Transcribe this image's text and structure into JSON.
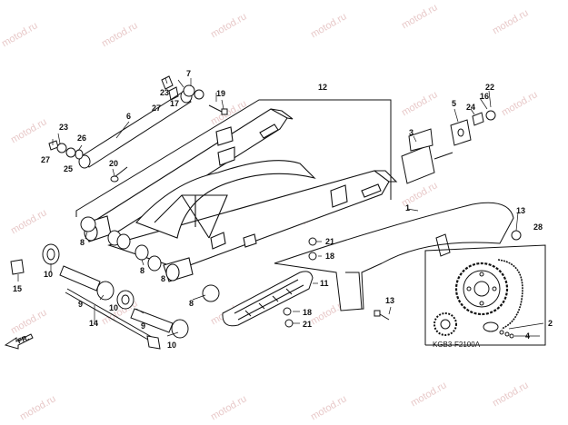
{
  "watermark": "motod.ru",
  "diagram_code": "KGB3-F2100A",
  "front_arrow_label": "FR.",
  "callouts": [
    {
      "id": "c1",
      "text": "1"
    },
    {
      "id": "c2",
      "text": "2"
    },
    {
      "id": "c3",
      "text": "3"
    },
    {
      "id": "c4",
      "text": "4"
    },
    {
      "id": "c5",
      "text": "5"
    },
    {
      "id": "c6",
      "text": "6"
    },
    {
      "id": "c7",
      "text": "7"
    },
    {
      "id": "c8a",
      "text": "8"
    },
    {
      "id": "c8b",
      "text": "8"
    },
    {
      "id": "c8c",
      "text": "8"
    },
    {
      "id": "c8d",
      "text": "8"
    },
    {
      "id": "c9a",
      "text": "9"
    },
    {
      "id": "c9b",
      "text": "9"
    },
    {
      "id": "c10a",
      "text": "10"
    },
    {
      "id": "c10b",
      "text": "10"
    },
    {
      "id": "c10c",
      "text": "10"
    },
    {
      "id": "c11",
      "text": "11"
    },
    {
      "id": "c12",
      "text": "12"
    },
    {
      "id": "c13a",
      "text": "13"
    },
    {
      "id": "c13b",
      "text": "13"
    },
    {
      "id": "c14",
      "text": "14"
    },
    {
      "id": "c15",
      "text": "15"
    },
    {
      "id": "c16",
      "text": "16"
    },
    {
      "id": "c17",
      "text": "17"
    },
    {
      "id": "c18a",
      "text": "18"
    },
    {
      "id": "c18b",
      "text": "18"
    },
    {
      "id": "c19",
      "text": "19"
    },
    {
      "id": "c20",
      "text": "20"
    },
    {
      "id": "c21a",
      "text": "21"
    },
    {
      "id": "c21b",
      "text": "21"
    },
    {
      "id": "c22",
      "text": "22"
    },
    {
      "id": "c23a",
      "text": "23"
    },
    {
      "id": "c23b",
      "text": "23"
    },
    {
      "id": "c24",
      "text": "24"
    },
    {
      "id": "c25",
      "text": "25"
    },
    {
      "id": "c26",
      "text": "26"
    },
    {
      "id": "c27a",
      "text": "27"
    },
    {
      "id": "c27b",
      "text": "27"
    },
    {
      "id": "c28",
      "text": "28"
    }
  ]
}
